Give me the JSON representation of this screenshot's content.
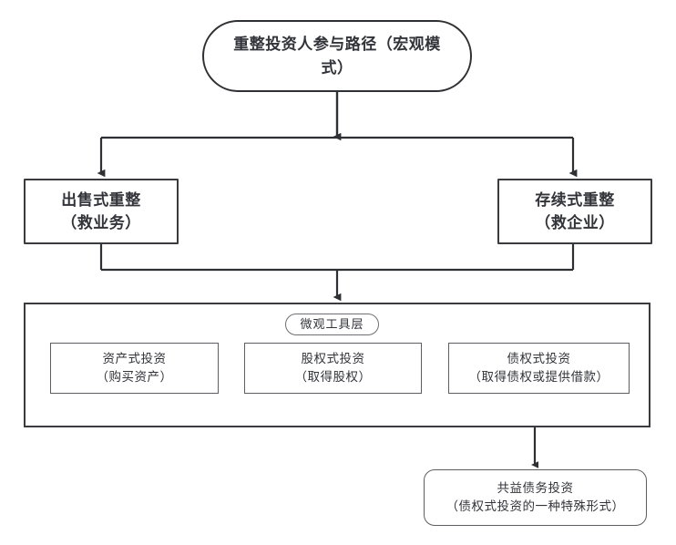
{
  "diagram": {
    "title_node": {
      "id": "root",
      "label": "重整投资人参与路径（宏观模\n式）",
      "shape": "stadium"
    },
    "strategy_nodes": [
      {
        "id": "sale",
        "label": "出售式重整\n（救业务）",
        "shape": "rect"
      },
      {
        "id": "going",
        "label": "存续式重整\n（救企业）",
        "shape": "rect"
      }
    ],
    "tool_container": {
      "label": "微观工具层",
      "items": [
        {
          "id": "asset",
          "label": "资产式投资\n（购买资产）"
        },
        {
          "id": "equity",
          "label": "股权式投资\n（取得股权）"
        },
        {
          "id": "debt",
          "label": "债权式投资\n（取得债权或提供借款）"
        }
      ]
    },
    "leaf_node": {
      "id": "joint",
      "label": "共益债务投资\n（债权式投资的一种特殊形式）",
      "shape": "rounded-rect"
    },
    "colors": {
      "stroke_heavy": "#2f3033",
      "stroke_light": "#5d5e61",
      "text": "#33343a",
      "background": "#ffffff"
    },
    "edges": [
      {
        "from": "root",
        "to": "sale",
        "style": "orthogonal-arrow"
      },
      {
        "from": "root",
        "to": "going",
        "style": "orthogonal-arrow"
      },
      {
        "from": "sale",
        "to": "tool-container",
        "style": "orthogonal-arrow"
      },
      {
        "from": "going",
        "to": "tool-container",
        "style": "orthogonal-arrow"
      },
      {
        "from": "debt",
        "to": "joint",
        "style": "straight-arrow"
      }
    ]
  }
}
